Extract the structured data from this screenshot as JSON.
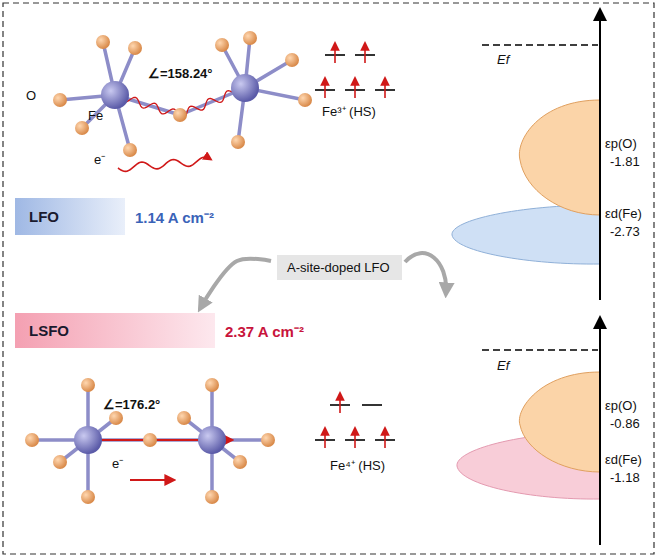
{
  "diagram": {
    "nodes": [
      {
        "text": [
          "LFO",
          "1.14 A cm⁻²"
        ]
      },
      {
        "text": [
          "A-site-doped LFO"
        ]
      },
      {
        "text": [
          "LSFO",
          "2.37 A cm⁻²"
        ]
      }
    ],
    "edges": [
      {
        "from": 1,
        "to": 2,
        "arrow": "to"
      }
    ],
    "labels": [
      "O",
      "Fe",
      "∠=158.24°",
      "e⁻",
      "Fe³⁺ (HS)",
      "Ef",
      "εp(O)",
      "-1.81",
      "εd(Fe)",
      "-2.73",
      "∠=176.2°",
      "e⁻",
      "Fe⁴⁺ (HS)",
      "Ef",
      "εp(O)",
      "-0.86",
      "εd(Fe)",
      "-1.18"
    ]
  }
}
